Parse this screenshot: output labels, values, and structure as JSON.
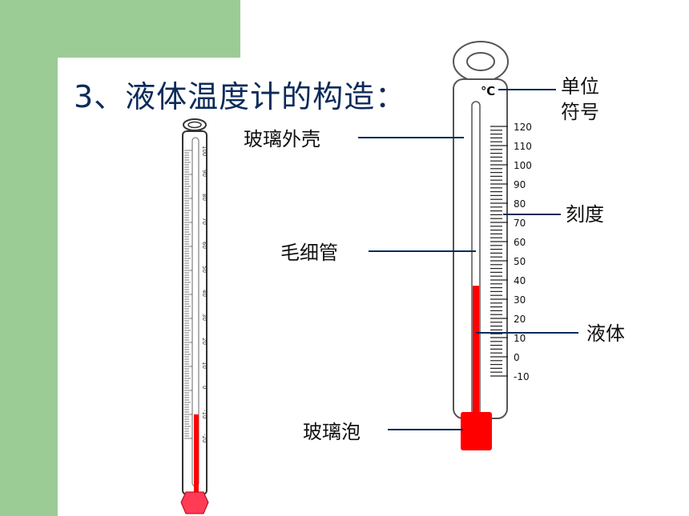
{
  "title": "3、液体温度计的构造：",
  "labels": {
    "glass_shell": "玻璃外壳",
    "capillary": "毛细管",
    "bulb": "玻璃泡",
    "unit_symbol_line1": "单位",
    "unit_symbol_line2": "符号",
    "scale": "刻度",
    "liquid": "液体"
  },
  "big_thermometer": {
    "unit": "℃",
    "scale_values": [
      "120",
      "110",
      "100",
      "90",
      "80",
      "70",
      "60",
      "50",
      "40",
      "30",
      "20",
      "10",
      "0",
      "-10"
    ],
    "liquid_level": 37
  },
  "small_thermometer": {
    "scale_values": [
      "100",
      "90",
      "80",
      "70",
      "60",
      "50",
      "40",
      "30",
      "20",
      "10",
      "0",
      "-10",
      "-20"
    ],
    "liquid_level": -10
  },
  "colors": {
    "green": "#9ccc95",
    "navy": "#0c2a5a",
    "liquid_red": "#ff0000",
    "tube_outline": "#333333"
  }
}
